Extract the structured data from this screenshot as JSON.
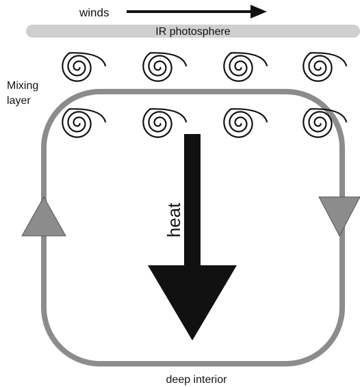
{
  "labels": {
    "winds": "winds",
    "photosphere": "IR photosphere",
    "mixing_line1": "Mixing",
    "mixing_line2": "layer",
    "heat": "heat",
    "deep_interior": "deep interior"
  },
  "colors": {
    "loop": "#8c8c8c",
    "photosphere_band": "#cfcfcf",
    "arrowheads": "#8c8c8c",
    "ink": "#111111",
    "background": "#ffffff"
  },
  "swirl_rows": 2,
  "swirls_per_row": 4
}
